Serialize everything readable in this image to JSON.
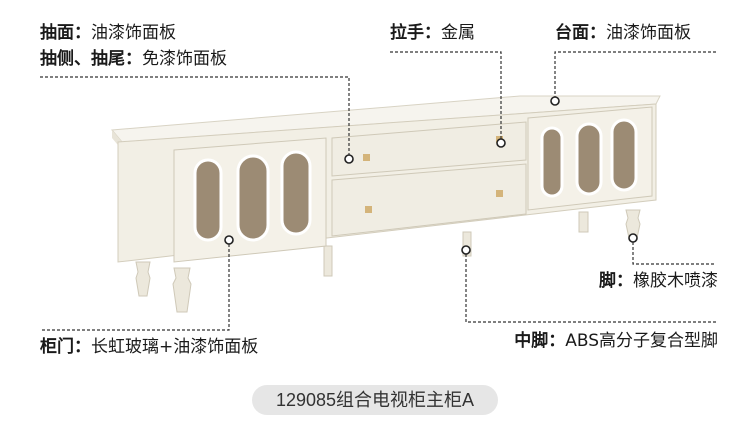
{
  "annotations": {
    "drawer_face": {
      "key": "抽面：",
      "value": "油漆饰面板"
    },
    "drawer_side": {
      "key": "抽侧、抽尾：",
      "value": "免漆饰面板"
    },
    "handle": {
      "key": "拉手：",
      "value": "金属"
    },
    "top": {
      "key": "台面：",
      "value": "油漆饰面板"
    },
    "leg": {
      "key": "脚：",
      "value": "橡胶木喷漆"
    },
    "middle_leg": {
      "key": "中脚：",
      "value": "ABS高分子复合型脚"
    },
    "door": {
      "key": "柜门：",
      "value": "长虹玻璃+油漆饰面板"
    }
  },
  "product_caption": "129085组合电视柜主柜A",
  "colors": {
    "cabinet": "#f3f0e6",
    "glass": "#9c8b74",
    "text": "#1a1a1a",
    "pill": "#e6e6e6"
  }
}
